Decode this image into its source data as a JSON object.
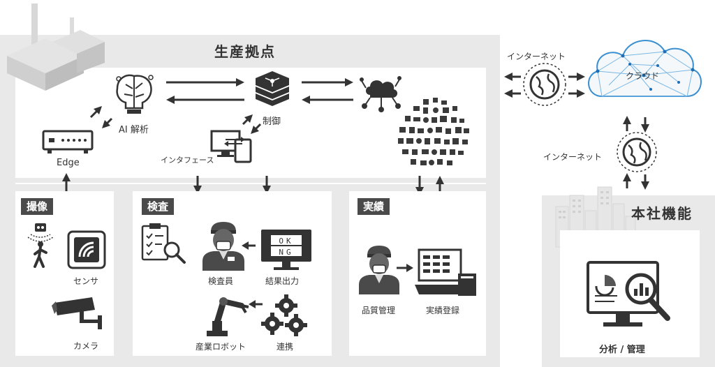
{
  "factory": {
    "title": "生産拠点",
    "labels": {
      "ai": "AI 解析",
      "control": "制御",
      "edge": "Edge",
      "interface": "インタフェース"
    }
  },
  "sections": {
    "imaging": {
      "tag": "撮像",
      "sensor": "センサ",
      "camera": "カメラ"
    },
    "inspection": {
      "tag": "検査",
      "inspector": "検査員",
      "result": "結果出力",
      "robot": "産業ロボット",
      "linkage": "連携",
      "ok": "OK",
      "ng": "NG"
    },
    "record": {
      "tag": "実績",
      "quality": "品質管理",
      "registration": "実績登録"
    }
  },
  "network": {
    "internet_top": "インターネット",
    "internet_right": "インターネット",
    "cloud": "クラウド"
  },
  "hq": {
    "title": "本社機能",
    "analysis": "分析 / 管理"
  }
}
